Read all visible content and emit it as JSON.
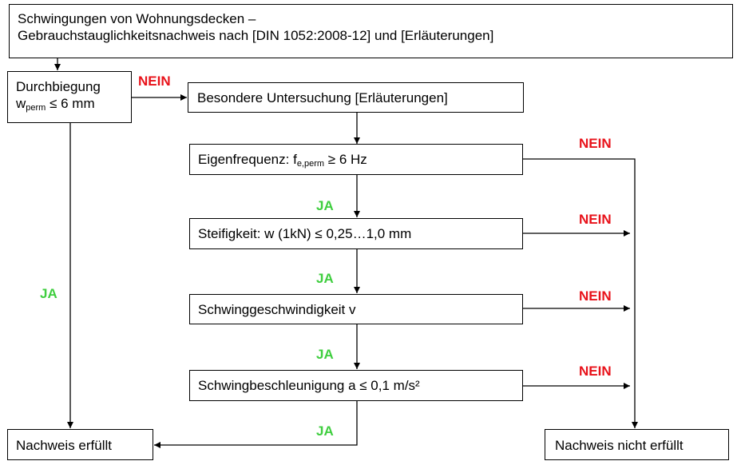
{
  "title": {
    "line1": "Schwingungen von Wohnungsdecken –",
    "line2": "Gebrauchstauglichkeitsnachweis nach [DIN 1052:2008-12] und [Erläuterungen]"
  },
  "durchbiegung": {
    "label": "Durchbiegung",
    "var": "w",
    "sub": "perm",
    "rel": " ≤ 6 mm"
  },
  "besondere": "Besondere Untersuchung [Erläuterungen]",
  "eigenfrequenz": {
    "prefix": "Eigenfrequenz: f",
    "sub": "e,perm",
    "rel": " ≥ 6 Hz"
  },
  "steifigkeit": "Steifigkeit: w (1kN) ≤ 0,25…1,0 mm",
  "schwinggeschwindigkeit": "Schwinggeschwindigkeit v",
  "schwingbeschleunigung": "Schwingbeschleunigung a ≤ 0,1 m/s²",
  "nachweis_erfuellt": "Nachweis erfüllt",
  "nachweis_nicht_erfuellt": "Nachweis nicht erfüllt",
  "labels": {
    "nein": "NEIN",
    "ja": "JA"
  },
  "colors": {
    "nein": "#e8121a",
    "ja": "#3fce3f"
  }
}
